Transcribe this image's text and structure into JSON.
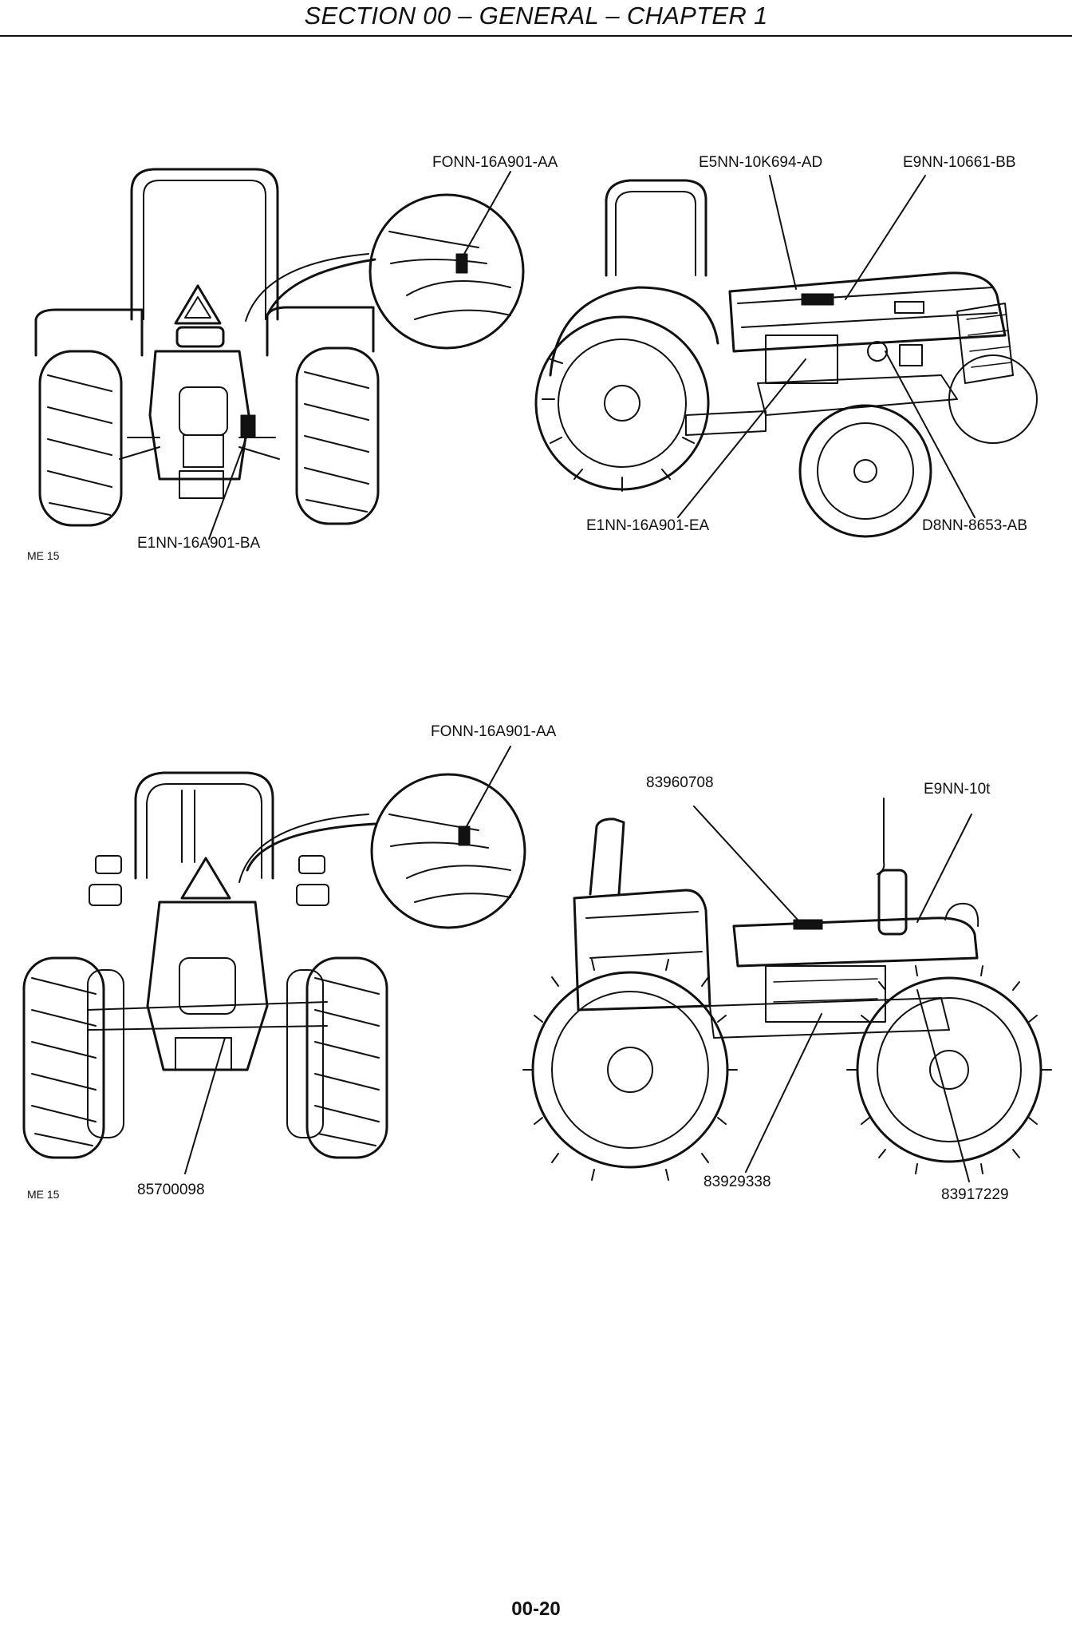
{
  "header": {
    "title": "SECTION 00 – GENERAL – CHAPTER 1"
  },
  "figure1": {
    "code": "ME 15",
    "labels": {
      "inset_top": "FONN-16A901-AA",
      "top_mid": "E5NN-10K694-AD",
      "top_right": "E9NN-10661-BB",
      "bottom_left": "E1NN-16A901-BA",
      "bottom_mid": "E1NN-16A901-EA",
      "bottom_right": "D8NN-8653-AB"
    }
  },
  "figure2": {
    "code": "ME 15",
    "labels": {
      "inset_top": "FONN-16A901-AA",
      "top_mid": "83960708",
      "top_right": "E9NN-10t",
      "bottom_left": "85700098",
      "bottom_mid": "83929338",
      "bottom_right": "83917229"
    }
  },
  "footer": {
    "page_number": "00-20"
  }
}
